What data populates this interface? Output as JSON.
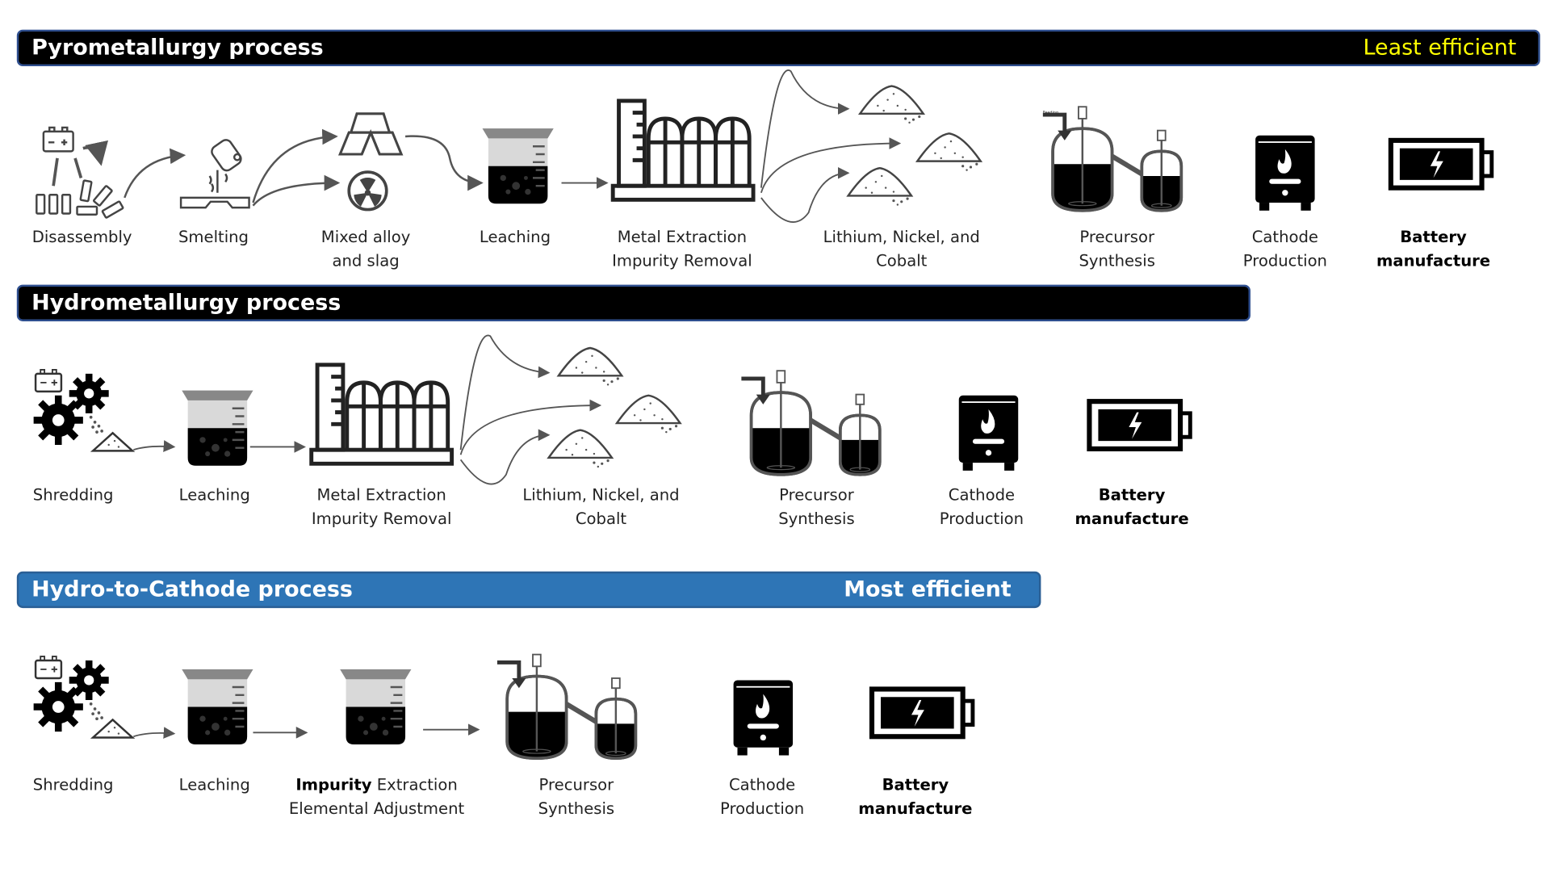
{
  "sections": [
    {
      "title": "Pyrometallurgy process",
      "efficiency": "Least efficient",
      "bar_color": "#000000",
      "efficiency_color": "#ffff00",
      "steps": [
        {
          "line1": "Disassembly",
          "line2": ""
        },
        {
          "line1": "Smelting",
          "line2": ""
        },
        {
          "line1": "Mixed alloy",
          "line2": "and slag"
        },
        {
          "line1": "Leaching",
          "line2": ""
        },
        {
          "line1": "Metal Extraction",
          "line2": "Impurity Removal"
        },
        {
          "line1": "Lithium, Nickel, and",
          "line2": "Cobalt"
        },
        {
          "line1": "Precursor",
          "line2": "Synthesis"
        },
        {
          "line1": "Cathode",
          "line2": "Production"
        },
        {
          "line1": "Battery",
          "line2": "manufacture"
        }
      ]
    },
    {
      "title": "Hydrometallurgy process",
      "efficiency": "",
      "bar_color": "#000000",
      "steps": [
        {
          "line1": "Shredding",
          "line2": ""
        },
        {
          "line1": "Leaching",
          "line2": ""
        },
        {
          "line1": "Metal Extraction",
          "line2": "Impurity Removal"
        },
        {
          "line1": "Lithium, Nickel, and",
          "line2": "Cobalt"
        },
        {
          "line1": "Precursor",
          "line2": "Synthesis"
        },
        {
          "line1": "Cathode",
          "line2": "Production"
        },
        {
          "line1": "Battery",
          "line2": "manufacture"
        }
      ]
    },
    {
      "title": "Hydro-to-Cathode process",
      "efficiency": "Most efficient",
      "bar_color": "#2e75b6",
      "efficiency_color": "#ffffff",
      "steps": [
        {
          "line1": "Shredding",
          "line2": ""
        },
        {
          "line1": "Leaching",
          "line2": ""
        },
        {
          "line1_bold": "Impurity",
          "line1": " Extraction",
          "line2": "Elemental Adjustment"
        },
        {
          "line1": "Precursor",
          "line2": "Synthesis"
        },
        {
          "line1": "Cathode",
          "line2": "Production"
        },
        {
          "line1": "Battery",
          "line2": "manufacture"
        }
      ]
    }
  ],
  "feeding_label": "Feeding",
  "colors": {
    "leach_gray": "#777777",
    "leach_green": "#6cbf5a",
    "reactor_gray": "#bdbdbd",
    "reactor_brown": "#d7a48a"
  }
}
